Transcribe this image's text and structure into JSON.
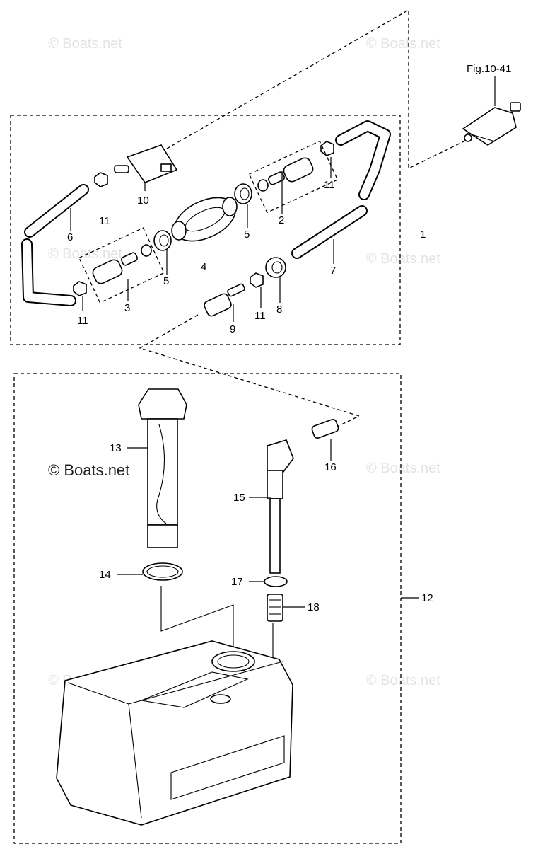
{
  "figure_reference": "Fig.10-41",
  "watermarks": [
    "© Boats.net",
    "© Boats.net",
    "© Boats.net",
    "© Boats.net",
    "© Boats.net",
    "© Boats.net",
    "© Boats.net",
    "© Boats.net"
  ],
  "callouts": {
    "c1": "1",
    "c2": "2",
    "c3": "3",
    "c4": "4",
    "c5a": "5",
    "c5b": "5",
    "c6": "6",
    "c7": "7",
    "c8": "8",
    "c9": "9",
    "c10": "10",
    "c11a": "11",
    "c11b": "11",
    "c11c": "11",
    "c11d": "11",
    "c12": "12",
    "c13": "13",
    "c14": "14",
    "c15": "15",
    "c16": "16",
    "c17": "17",
    "c18": "18"
  }
}
